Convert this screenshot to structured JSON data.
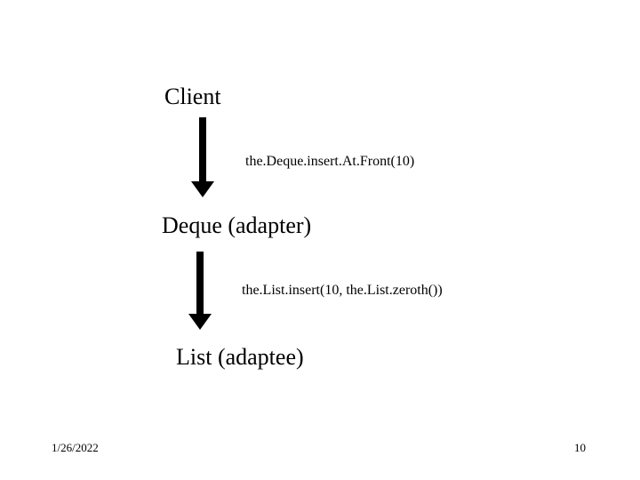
{
  "slide": {
    "nodes": [
      {
        "label": "Client"
      },
      {
        "label": "Deque (adapter)"
      },
      {
        "label": "List (adaptee)"
      }
    ],
    "messages": [
      {
        "label": "the.Deque.insert.At.Front(10)"
      },
      {
        "label": "the.List.insert(10, the.List.zeroth())"
      }
    ],
    "footer": {
      "date": "1/26/2022",
      "number": "10"
    },
    "colors": {
      "background": "#ffffff",
      "foreground": "#000000"
    }
  }
}
